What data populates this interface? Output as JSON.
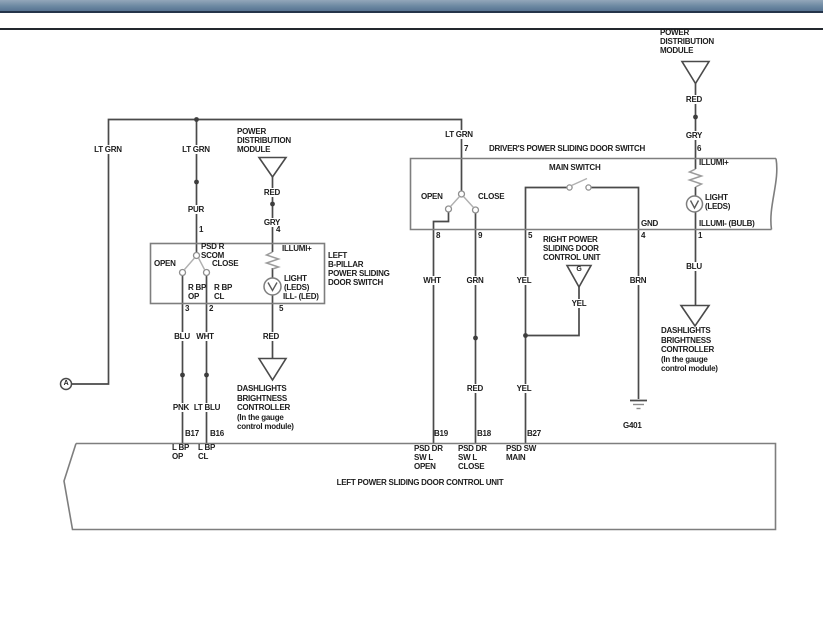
{
  "page": {
    "background": "#ffffff",
    "header_bar": {
      "gradient_top": "#93a7ba",
      "gradient_bottom": "#577492",
      "border_color": "#24344a"
    },
    "separator_color": "#23282e"
  },
  "colors": {
    "wire": "#4a4a4a",
    "box_outline": "#7e7e7e",
    "text": "#1d1d1d",
    "blade": "#b0b0b0"
  },
  "modules": {
    "pdm_left": "POWER\nDISTRIBUTION\nMODULE",
    "pdm_right": "POWER\nDISTRIBUTION\nMODULE",
    "left_bpillar_switch": "LEFT\nB-PILLAR\nPOWER SLIDING\nDOOR SWITCH",
    "drivers_switch": "DRIVER'S POWER SLIDING DOOR SWITCH",
    "main_switch": "MAIN SWITCH",
    "right_control_unit": "RIGHT POWER\nSLIDING DOOR\nCONTROL UNIT",
    "left_control_unit": "LEFT POWER SLIDING DOOR CONTROL UNIT",
    "dashlights_left": "DASHLIGHTS\nBRIGHTNESS\nCONTROLLER\n(In the gauge\ncontrol module)",
    "dashlights_right": "DASHLIGHTS\nBRIGHTNESS\nCONTROLLER\n(In the gauge\ncontrol module)",
    "ground_id": "G401",
    "connector_a": "A",
    "g_source": "G"
  },
  "wire_labels": {
    "lt_grn_left": "LT GRN",
    "lt_grn_mid": "LT GRN",
    "lt_grn_right": "LT GRN",
    "pur": "PUR",
    "red_pdm_left": "RED",
    "gry_pdm_left": "GRY",
    "red_pdm_right": "RED",
    "gry_pdm_right": "GRY",
    "blu_left": "BLU",
    "wht_left": "WHT",
    "red_ill_left": "RED",
    "pnk": "PNK",
    "lt_blu": "LT BLU",
    "wht_open": "WHT",
    "grn_close": "GRN",
    "yel_main": "YEL",
    "brn_gnd": "BRN",
    "blu_right": "BLU",
    "red_close_lower": "RED",
    "yel_main_lower": "YEL",
    "yel_g": "YEL"
  },
  "pins": {
    "p1": "1",
    "p4_left": "4",
    "p3": "3",
    "p2": "2",
    "p5_left": "5",
    "p7": "7",
    "p6": "6",
    "p8": "8",
    "p9": "9",
    "p5_right": "5",
    "p4_right": "4",
    "p1_right": "1",
    "b17": "B17",
    "b16": "B16",
    "b19": "B19",
    "b18": "B18",
    "b27": "B27"
  },
  "switch_labels": {
    "psd_r_scom": "PSD R\nSCOM",
    "open_left": "OPEN",
    "close_left": "CLOSE",
    "r_bp_op": "R BP\nOP",
    "r_bp_cl": "R BP\nCL",
    "illumi_plus_left": "ILLUMI+",
    "light_leds_left": "LIGHT\n(LEDS)",
    "ill_led_left": "ILL- (LED)",
    "open_right": "OPEN",
    "close_right": "CLOSE",
    "gnd": "GND",
    "illumi_plus_right": "ILLUMI+",
    "light_leds_right": "LIGHT\n(LEDS)",
    "illumi_minus_bulb": "ILLUMI- (BULB)"
  },
  "terminals": {
    "l_bp_op": "L BP\nOP",
    "l_bp_cl": "L BP\nCL",
    "psd_dr_sw_l_open": "PSD DR\nSW L\nOPEN",
    "psd_dr_sw_l_close": "PSD DR\nSW L\nCLOSE",
    "psd_sw_main": "PSD SW\nMAIN"
  }
}
